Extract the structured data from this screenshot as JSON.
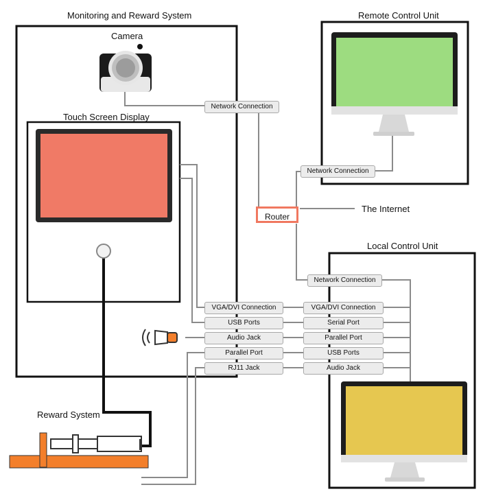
{
  "titles": {
    "monitoring": "Monitoring and Reward System",
    "remote": "Remote Control Unit",
    "local": "Local Control Unit",
    "camera": "Camera",
    "touch": "Touch Screen Display",
    "reward": "Reward System",
    "internet": "The Internet"
  },
  "router": "Router",
  "network": {
    "camera": "Network Connection",
    "remote": "Network Connection",
    "local": "Network Connection"
  },
  "left_ports": [
    "VGA/DVI Connection",
    "USB Ports",
    "Audio Jack",
    "Parallel Port",
    "RJ11 Jack"
  ],
  "right_ports": [
    "VGA/DVI Connection",
    "Serial Port",
    "Parallel Port",
    "USB Ports",
    "Audio Jack"
  ],
  "colors": {
    "touch_screen": "#f07a66",
    "remote_screen": "#9ddc80",
    "local_screen": "#e6c750",
    "router_border": "#f07860",
    "reward_orange": "#f37f2b",
    "wire": "#8a8a8a"
  },
  "icons": [
    "camera-icon",
    "speaker-icon",
    "syringe-icon",
    "monitor-icon"
  ]
}
